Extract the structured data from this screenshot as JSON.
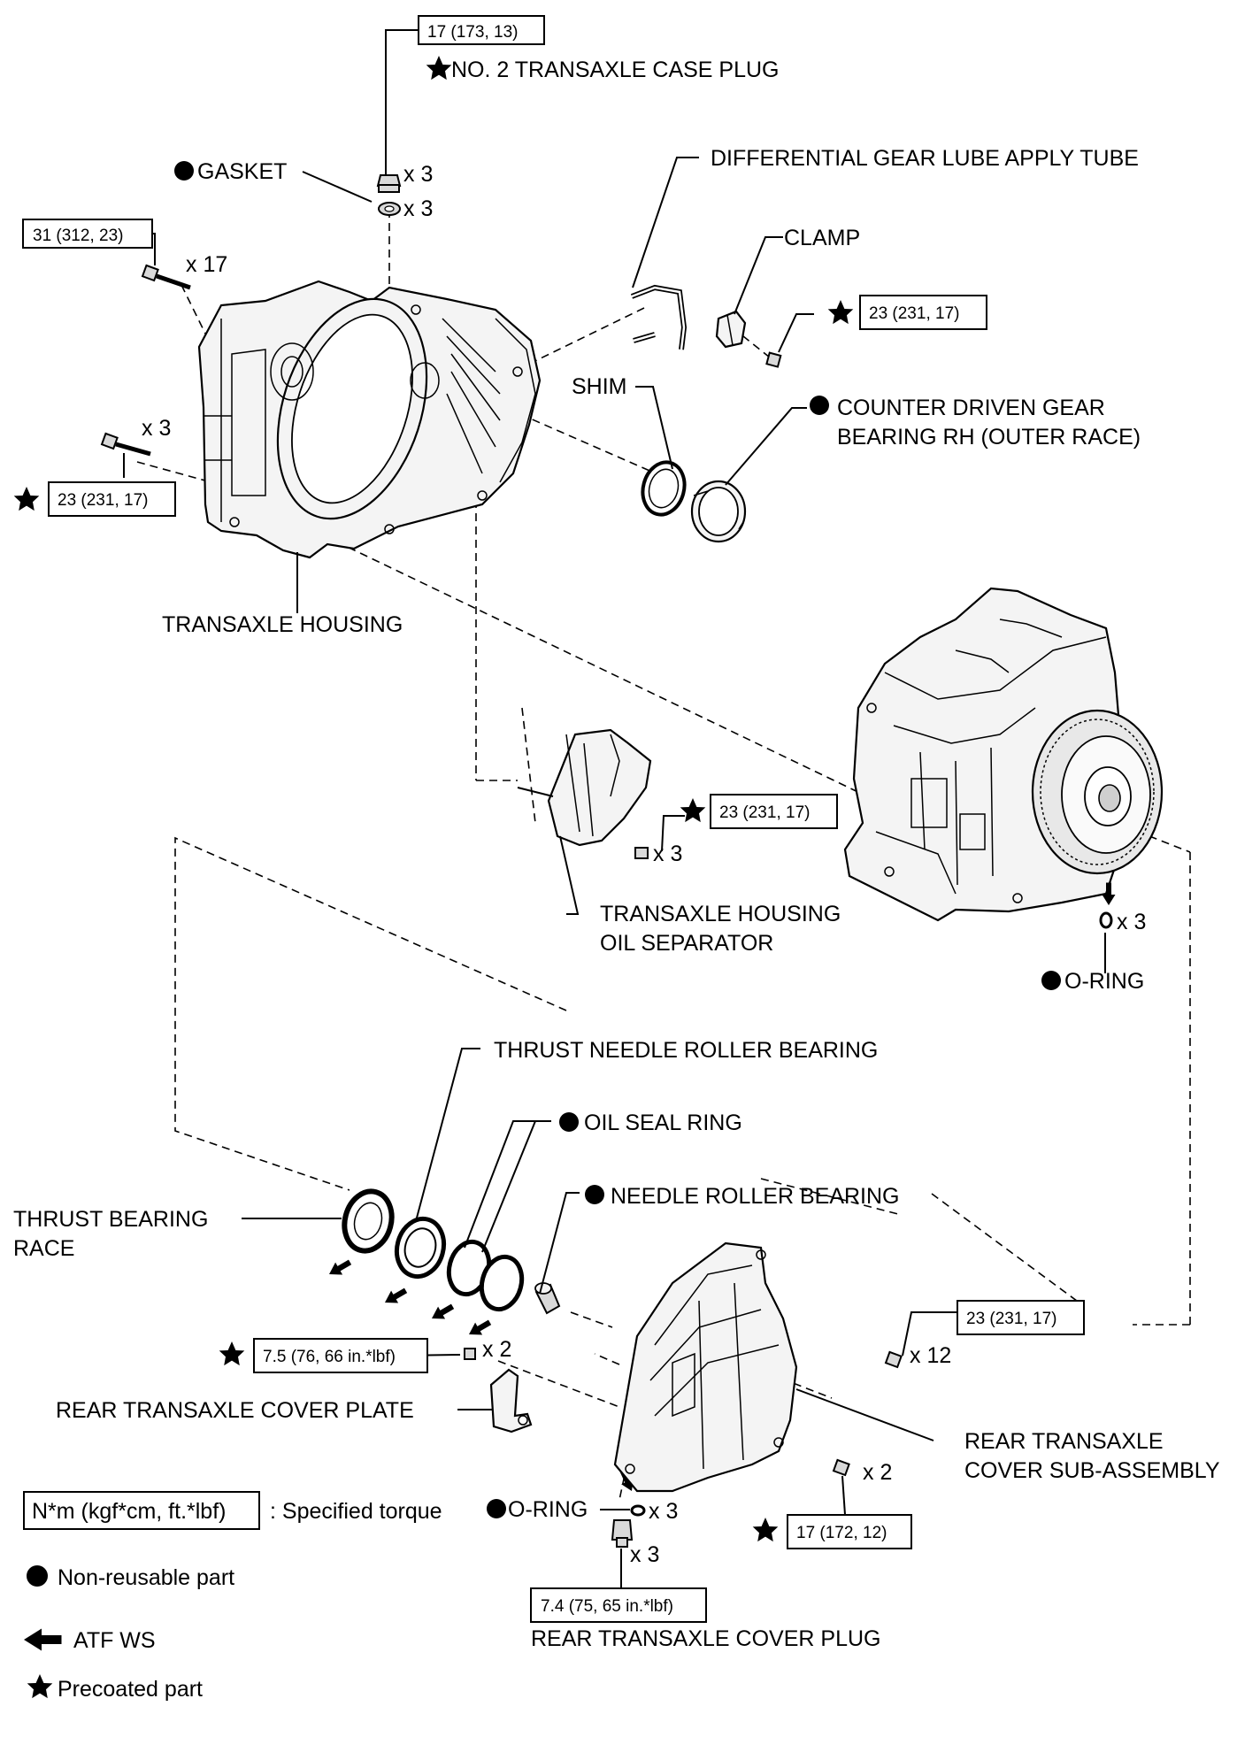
{
  "labels": {
    "no2_plug": "NO. 2 TRANSAXLE CASE PLUG",
    "gasket": "GASKET",
    "diff_tube": "DIFFERENTIAL GEAR LUBE APPLY TUBE",
    "clamp": "CLAMP",
    "shim": "SHIM",
    "counter_bearing_l1": "COUNTER DRIVEN GEAR",
    "counter_bearing_l2": "BEARING RH (OUTER RACE)",
    "transaxle_housing": "TRANSAXLE HOUSING",
    "oil_sep_l1": "TRANSAXLE HOUSING",
    "oil_sep_l2": "OIL SEPARATOR",
    "oring_upper": "O-RING",
    "thrust_needle": "THRUST NEEDLE ROLLER BEARING",
    "oil_seal_ring": "OIL SEAL RING",
    "needle_roller": "NEEDLE ROLLER BEARING",
    "thrust_race_l1": "THRUST BEARING",
    "thrust_race_l2": "RACE",
    "rear_plate": "REAR TRANSAXLE COVER PLATE",
    "rear_cover_l1": "REAR TRANSAXLE",
    "rear_cover_l2": "COVER SUB-ASSEMBLY",
    "oring_lower": "O-RING",
    "rear_plug": "REAR TRANSAXLE COVER PLUG"
  },
  "quantities": {
    "plug": "x 3",
    "gasket": "x 3",
    "bolt_top": "x 17",
    "bolt_left": "x 3",
    "oil_sep_bolt": "x 3",
    "oring_upper": "x 3",
    "plate_bolt": "x 2",
    "rear_bolt12": "x 12",
    "rear_bolt2": "x 2",
    "oring_lower": "x 3",
    "rear_plug": "x 3"
  },
  "torques": {
    "plug": "17 (173, 13)",
    "bolt_top": "31 (312, 23)",
    "clamp_bolt": "23 (231, 17)",
    "bolt_left": "23 (231, 17)",
    "oil_sep": "23 (231, 17)",
    "rear12": "23 (231, 17)",
    "plate": "7.5 (76, 66 in.*lbf)",
    "rear2": "17 (172, 12)",
    "rear_plug": "7.4 (75, 65 in.*lbf)"
  },
  "legend": {
    "torque_box": "N*m (kgf*cm, ft.*lbf)",
    "torque_desc": ": Specified torque",
    "non_reusable": "Non-reusable part",
    "atf": "ATF WS",
    "precoated": "Precoated part"
  }
}
